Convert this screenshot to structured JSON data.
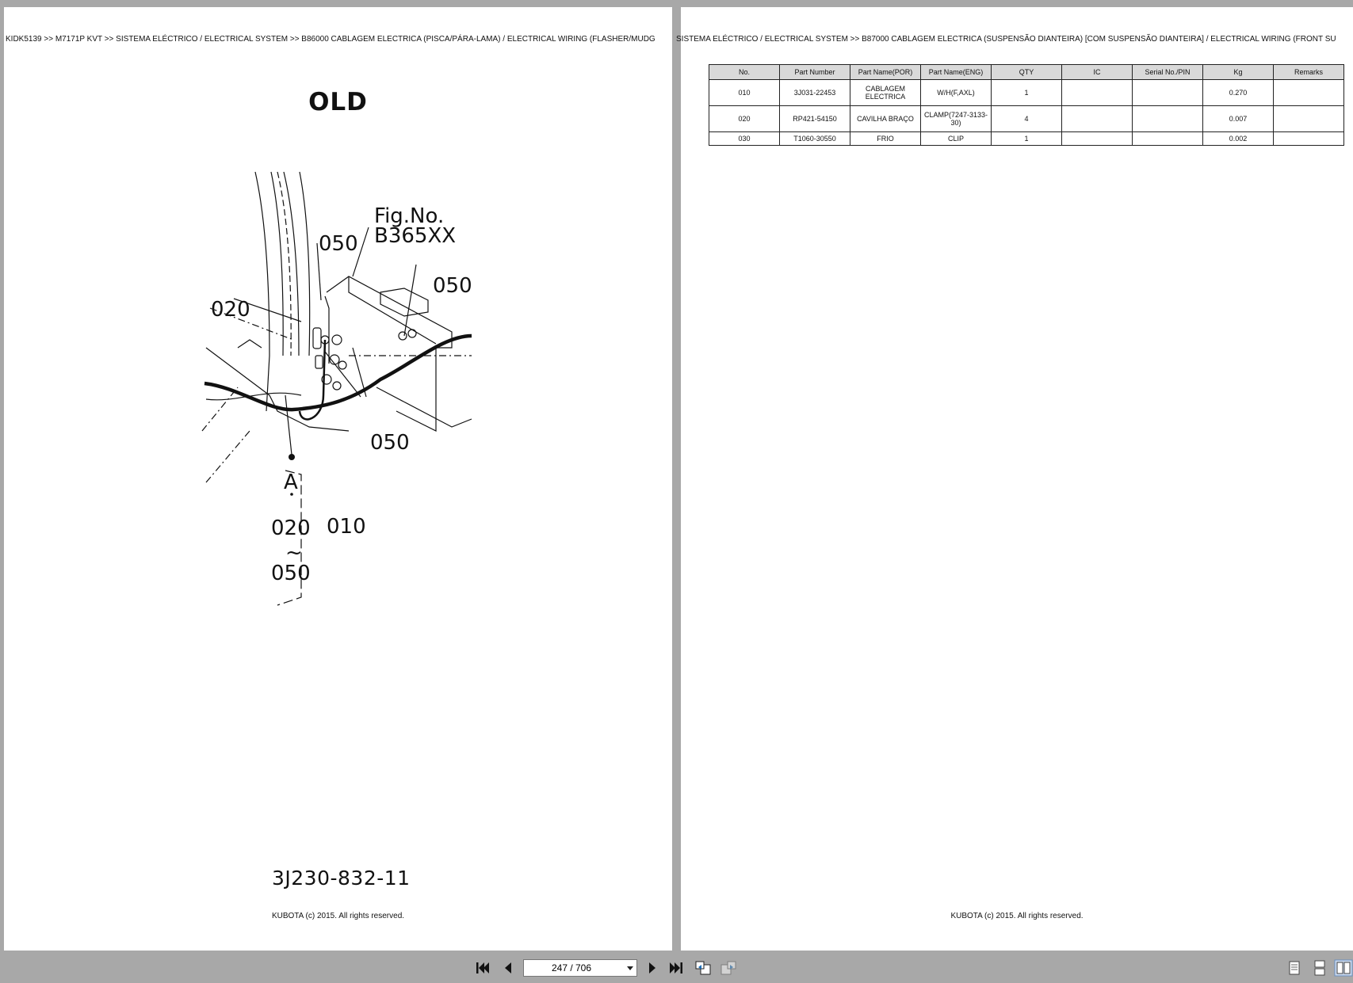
{
  "left_page": {
    "breadcrumb": "KIDK5139 >> M7171P KVT >> SISTEMA ELÉCTRICO / ELECTRICAL SYSTEM >> B86000   CABLAGEM ELECTRICA (PISCA/PÁRA-LAMA) / ELECTRICAL WIRING (FLASHER/MUDG",
    "old_label": "OLD",
    "diagram_labels": {
      "fig_no": "Fig.No.",
      "fig_code": "B365XX",
      "c050_top": "050",
      "c050_right": "050",
      "c020": "020",
      "c050_bottom": "050",
      "detail_a": "A",
      "range_start": "020",
      "range_sep": "~",
      "range_end": "050",
      "c010": "010"
    },
    "part_code": "3J230-832-11",
    "copyright": "KUBOTA (c) 2015. All rights reserved."
  },
  "right_page": {
    "breadcrumb": "SISTEMA ELÉCTRICO / ELECTRICAL SYSTEM >> B87000   CABLAGEM ELECTRICA (SUSPENSÃO DIANTEIRA) [COM SUSPENSÃO DIANTEIRA] / ELECTRICAL WIRING (FRONT SU",
    "table": {
      "headers": [
        "No.",
        "Part Number",
        "Part Name(POR)",
        "Part Name(ENG)",
        "QTY",
        "IC",
        "Serial No./PIN",
        "Kg",
        "Remarks"
      ],
      "rows": [
        [
          "010",
          "3J031-22453",
          "CABLAGEM ELECTRICA",
          "W/H(F,AXL)",
          "1",
          "",
          "",
          "0.270",
          ""
        ],
        [
          "020",
          "RP421-54150",
          "CAVILHA BRAÇO",
          "CLAMP(7247-3133-30)",
          "4",
          "",
          "",
          "0.007",
          ""
        ],
        [
          "030",
          "T1060-30550",
          "FRIO",
          "CLIP",
          "1",
          "",
          "",
          "0.002",
          ""
        ]
      ]
    },
    "copyright": "KUBOTA (c) 2015. All rights reserved."
  },
  "toolbar": {
    "page_indicator": "247 / 706",
    "icons": [
      "first-page-icon",
      "previous-page-icon",
      "next-page-icon",
      "last-page-icon",
      "previous-view-icon",
      "next-view-icon",
      "single-page-view-icon",
      "continuous-view-icon",
      "facing-pages-view-icon"
    ]
  }
}
